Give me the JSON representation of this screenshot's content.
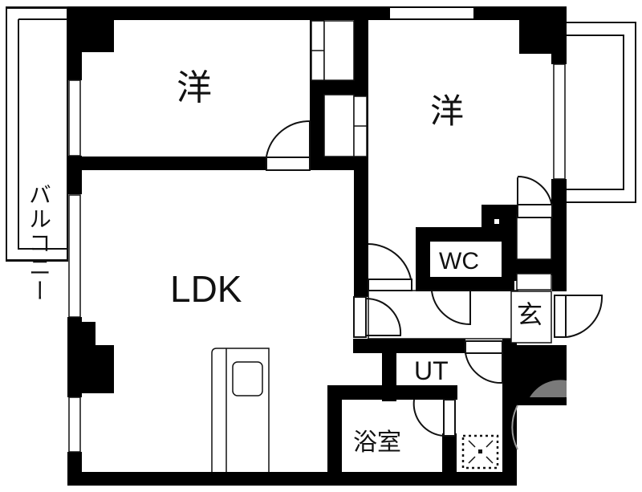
{
  "floor_plan": {
    "rooms": {
      "western_room_1": {
        "label": "洋"
      },
      "western_room_2": {
        "label": "洋"
      },
      "ldk": {
        "label": "LDK"
      },
      "wc": {
        "label": "WC"
      },
      "entrance": {
        "label": "玄"
      },
      "utility": {
        "label": "UT"
      },
      "bathroom": {
        "label": "浴室"
      },
      "balcony": {
        "label": "バルコニー"
      }
    },
    "colors": {
      "wall": "#000000",
      "background": "#ffffff",
      "accent": "#7a7a7a"
    }
  }
}
